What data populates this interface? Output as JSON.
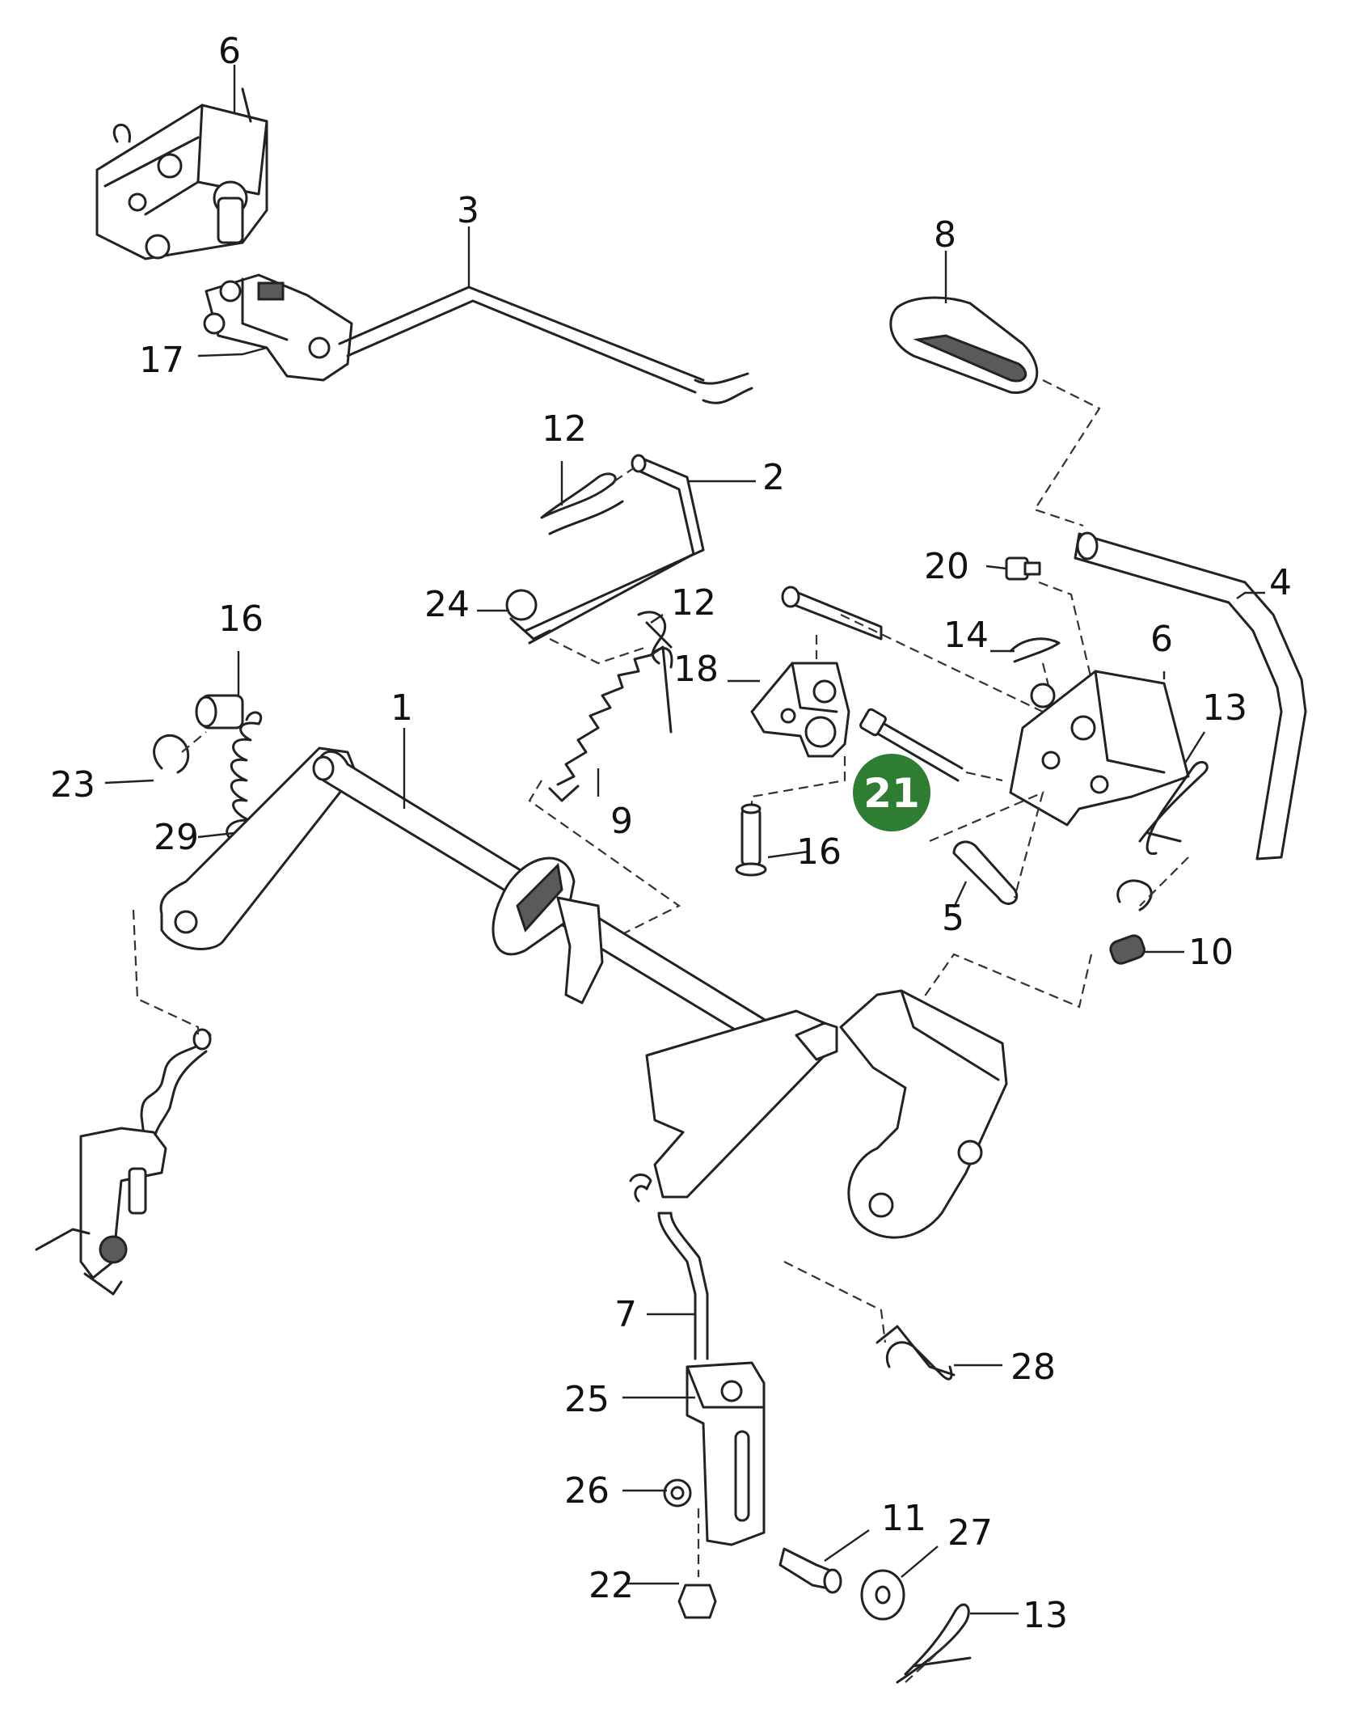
{
  "callouts": [
    {
      "id": "c6a",
      "label": "6"
    },
    {
      "id": "c3",
      "label": "3"
    },
    {
      "id": "c8",
      "label": "8"
    },
    {
      "id": "c17",
      "label": "17"
    },
    {
      "id": "c12a",
      "label": "12"
    },
    {
      "id": "c2",
      "label": "2"
    },
    {
      "id": "c20",
      "label": "20"
    },
    {
      "id": "c4",
      "label": "4"
    },
    {
      "id": "c24",
      "label": "24"
    },
    {
      "id": "c12b",
      "label": "12"
    },
    {
      "id": "c16a",
      "label": "16"
    },
    {
      "id": "c14",
      "label": "14"
    },
    {
      "id": "c6b",
      "label": "6"
    },
    {
      "id": "c18",
      "label": "18"
    },
    {
      "id": "c1",
      "label": "1"
    },
    {
      "id": "c13a",
      "label": "13"
    },
    {
      "id": "c23",
      "label": "23"
    },
    {
      "id": "c9",
      "label": "9"
    },
    {
      "id": "c29",
      "label": "29"
    },
    {
      "id": "c16b",
      "label": "16"
    },
    {
      "id": "c5",
      "label": "5"
    },
    {
      "id": "c10",
      "label": "10"
    },
    {
      "id": "c7",
      "label": "7"
    },
    {
      "id": "c28",
      "label": "28"
    },
    {
      "id": "c25",
      "label": "25"
    },
    {
      "id": "c26",
      "label": "26"
    },
    {
      "id": "c11",
      "label": "11"
    },
    {
      "id": "c27",
      "label": "27"
    },
    {
      "id": "c22",
      "label": "22"
    },
    {
      "id": "c13b",
      "label": "13"
    }
  ],
  "highlight": {
    "label": "21",
    "color": "#2e7d32"
  }
}
